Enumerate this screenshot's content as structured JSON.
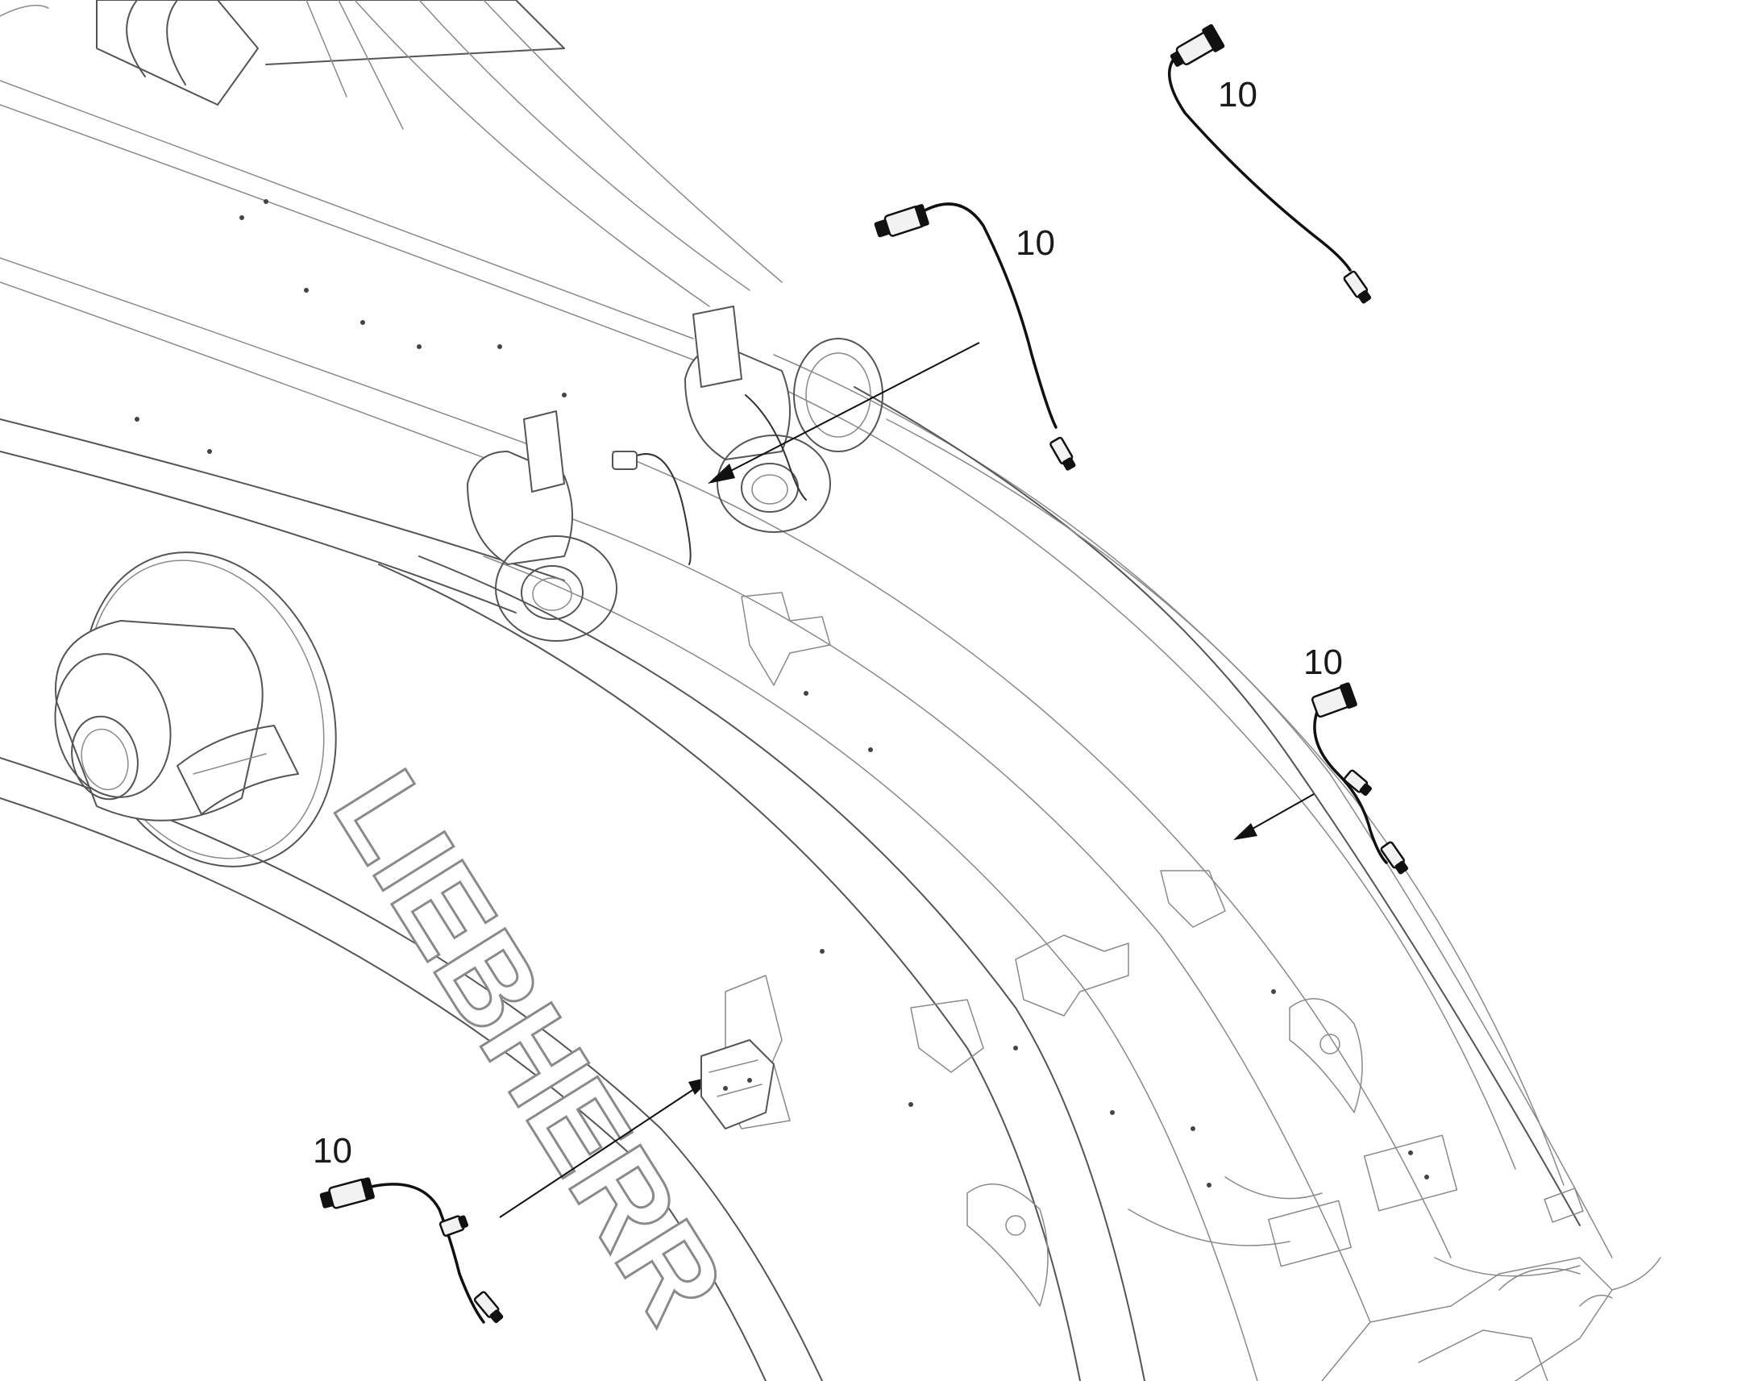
{
  "figure": {
    "callouts": [
      {
        "id": "callout-top-right",
        "text": "10"
      },
      {
        "id": "callout-top-center",
        "text": "10"
      },
      {
        "id": "callout-right",
        "text": "10"
      },
      {
        "id": "callout-bottom-left",
        "text": "10"
      }
    ],
    "logo_text": "LIEBHERR"
  }
}
